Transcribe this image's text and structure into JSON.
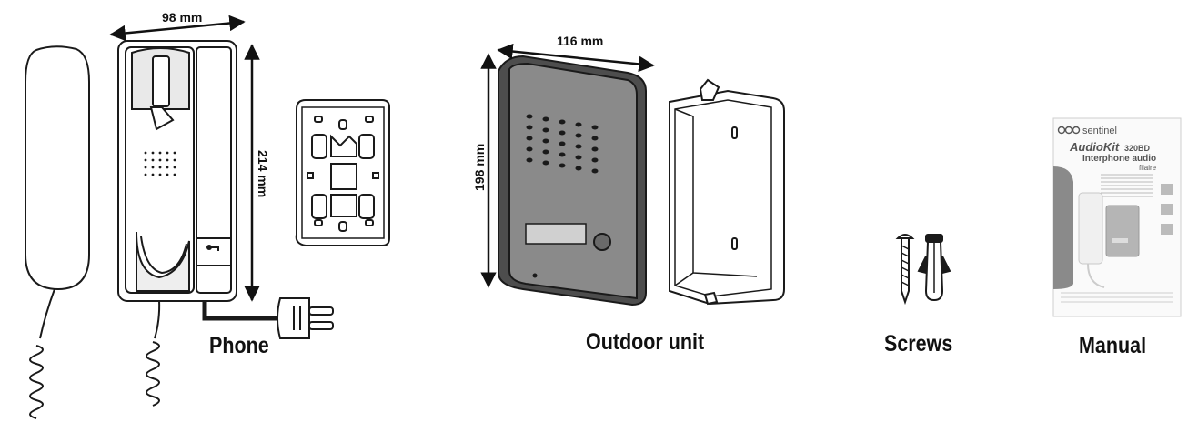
{
  "items": {
    "phone": {
      "label": "Phone",
      "width": "98 mm",
      "height": "214 mm"
    },
    "outdoor_unit": {
      "label": "Outdoor unit",
      "width": "116 mm",
      "height": "198 mm"
    },
    "screws": {
      "label": "Screws"
    },
    "manual": {
      "label": "Manual",
      "brand": "sentinel",
      "title": "AudioKit",
      "model": "320BD",
      "subtitle": "Interphone audio",
      "subtitle2": "filaire"
    }
  },
  "colors": {
    "outline": "#1a1a1a",
    "panel_grey": "#8a8a8a",
    "panel_dark": "#4d4d4d",
    "light_grey": "#e6e6e6"
  }
}
